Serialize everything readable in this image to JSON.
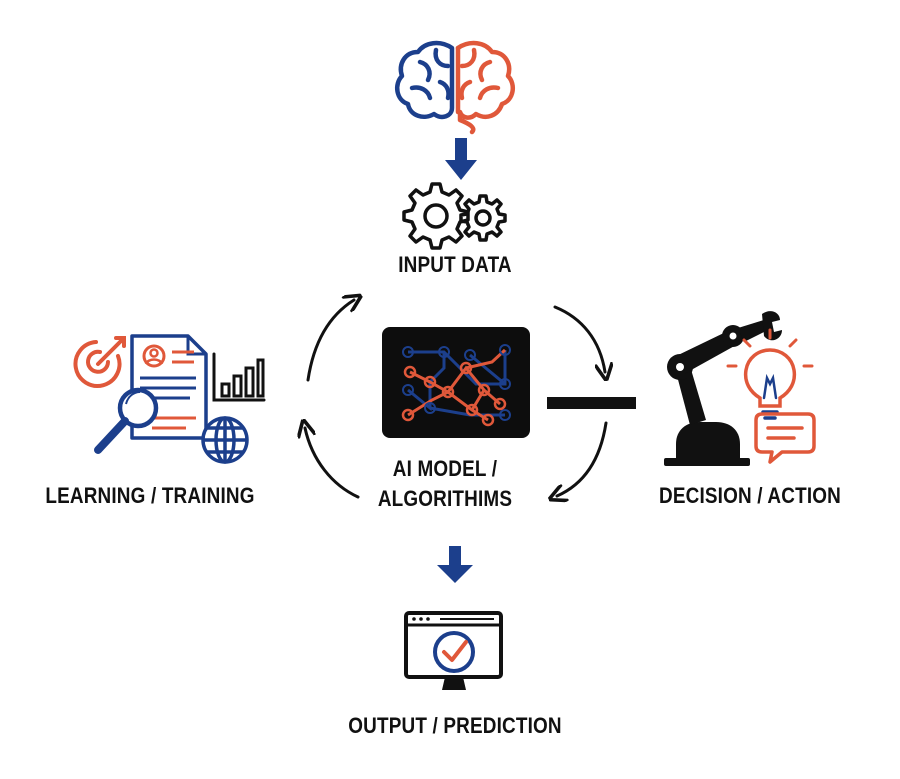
{
  "nodes": {
    "input": {
      "label": "INPUT DATA"
    },
    "model": {
      "label_line1": "AI MODEL /",
      "label_line2": "ALGORITHIMS"
    },
    "decision": {
      "label": "DECISION / ACTION"
    },
    "output": {
      "label": "OUTPUT / PREDICTION"
    },
    "learning": {
      "label": "LEARNING / TRAINING"
    }
  },
  "colors": {
    "navy": "#1c3f8c",
    "orange": "#e0583a",
    "ink": "#111111",
    "panel": "#0d0d0d"
  },
  "icons": [
    "brain-icon",
    "gears-icon",
    "neural-network-icon",
    "robot-arm-icon",
    "lightbulb-icon",
    "chat-bubble-icon",
    "monitor-check-icon",
    "document-search-icon",
    "target-icon",
    "bar-chart-icon",
    "globe-icon"
  ]
}
